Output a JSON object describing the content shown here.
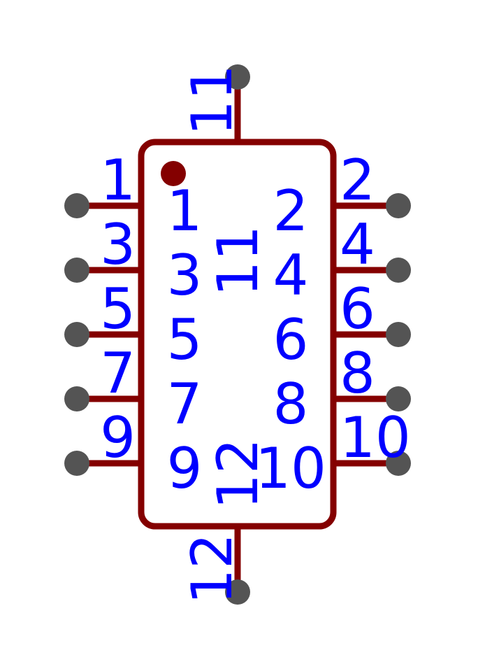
{
  "colors": {
    "body_outline": "#840000",
    "pin_line": "#840000",
    "pin_terminal": "#545454",
    "pin1_marker": "#840000",
    "label": "#0000ff",
    "background": "#ffffff"
  },
  "component": {
    "pins": [
      {
        "number": "1",
        "label": "1"
      },
      {
        "number": "2",
        "label": "2"
      },
      {
        "number": "3",
        "label": "3"
      },
      {
        "number": "4",
        "label": "4"
      },
      {
        "number": "5",
        "label": "5"
      },
      {
        "number": "6",
        "label": "6"
      },
      {
        "number": "7",
        "label": "7"
      },
      {
        "number": "8",
        "label": "8"
      },
      {
        "number": "9",
        "label": "9"
      },
      {
        "number": "10",
        "label": "10"
      },
      {
        "number": "11",
        "label": "11"
      },
      {
        "number": "12",
        "label": "12"
      }
    ]
  }
}
